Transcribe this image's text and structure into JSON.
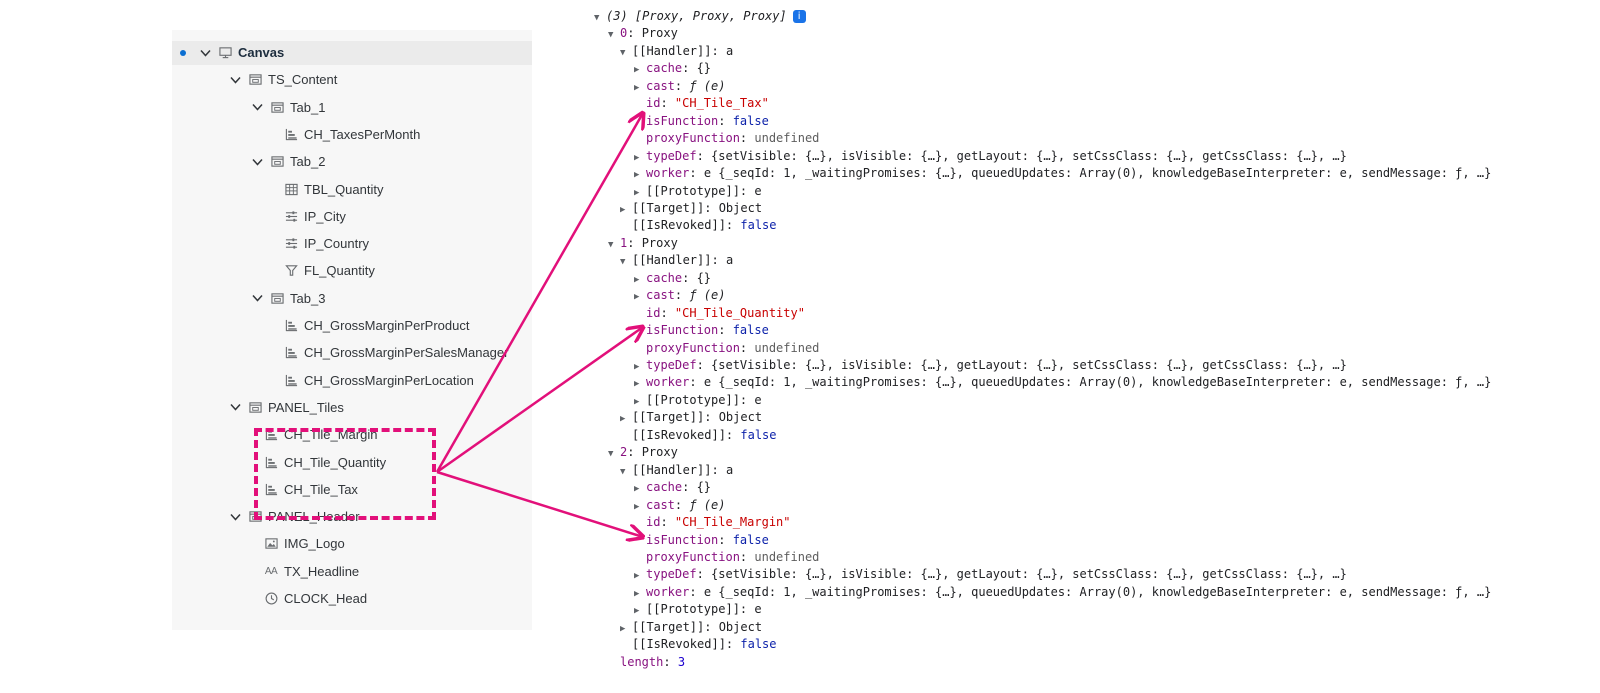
{
  "outline": {
    "root_label": "Canvas",
    "items": [
      {
        "label": "TS_Content",
        "icon": "panel-icon",
        "expanded": true
      },
      {
        "label": "Tab_1",
        "icon": "panel-icon",
        "expanded": true
      },
      {
        "label": "CH_TaxesPerMonth",
        "icon": "bar-chart-icon"
      },
      {
        "label": "Tab_2",
        "icon": "panel-icon",
        "expanded": true
      },
      {
        "label": "TBL_Quantity",
        "icon": "table-icon"
      },
      {
        "label": "IP_City",
        "icon": "input-control-icon"
      },
      {
        "label": "IP_Country",
        "icon": "input-control-icon"
      },
      {
        "label": "FL_Quantity",
        "icon": "filter-icon"
      },
      {
        "label": "Tab_3",
        "icon": "panel-icon",
        "expanded": true
      },
      {
        "label": "CH_GrossMarginPerProduct",
        "icon": "bar-chart-icon"
      },
      {
        "label": "CH_GrossMarginPerSalesManager",
        "icon": "bar-chart-icon"
      },
      {
        "label": "CH_GrossMarginPerLocation",
        "icon": "bar-chart-icon"
      },
      {
        "label": "PANEL_Tiles",
        "icon": "panel-icon",
        "expanded": true
      },
      {
        "label": "CH_Tile_Margin",
        "icon": "bar-chart-icon"
      },
      {
        "label": "CH_Tile_Quantity",
        "icon": "bar-chart-icon"
      },
      {
        "label": "CH_Tile_Tax",
        "icon": "bar-chart-icon"
      },
      {
        "label": "PANEL_Header",
        "icon": "panel-icon",
        "expanded": true
      },
      {
        "label": "IMG_Logo",
        "icon": "image-icon"
      },
      {
        "label": "TX_Headline",
        "icon": "text-icon",
        "icon_text": "AA"
      },
      {
        "label": "CLOCK_Head",
        "icon": "clock-icon"
      }
    ]
  },
  "console": {
    "summary": {
      "count": "(3)",
      "preview": "[Proxy, Proxy, Proxy]",
      "badge": "i"
    },
    "proxy_label": "Proxy",
    "handler": {
      "key": "[[Handler]]",
      "value": "a"
    },
    "cache": {
      "key": "cache",
      "value": "{}"
    },
    "cast": {
      "key": "cast",
      "value": "ƒ (e)"
    },
    "id_key": "id",
    "is_function": {
      "key": "isFunction",
      "value": "false"
    },
    "proxy_function": {
      "key": "proxyFunction",
      "value": "undefined"
    },
    "type_def": {
      "key": "typeDef",
      "value": "{setVisible: {…}, isVisible: {…}, getLayout: {…}, setCssClass: {…}, getCssClass: {…}, …}"
    },
    "worker": {
      "key": "worker",
      "value": "e {_seqId: 1, _waitingPromises: {…}, queuedUpdates: Array(0), knowledgeBaseInterpreter: e, sendMessage: ƒ, …}"
    },
    "prototype": {
      "key": "[[Prototype]]",
      "value": "e"
    },
    "target": {
      "key": "[[Target]]",
      "value": "Object"
    },
    "revoked": {
      "key": "[[IsRevoked]]",
      "value": "false"
    },
    "entries": [
      {
        "index": "0",
        "id": "\"CH_Tile_Tax\""
      },
      {
        "index": "1",
        "id": "\"CH_Tile_Quantity\""
      },
      {
        "index": "2",
        "id": "\"CH_Tile_Margin\""
      }
    ],
    "length": {
      "key": "length",
      "value": "3"
    }
  },
  "colors": {
    "highlight": "#e2107a",
    "arrow": "#e2107a",
    "string_value": "#c80000",
    "keyword_value": "#0d22aa",
    "property_key": "#881280",
    "info_badge": "#1a73e8"
  }
}
